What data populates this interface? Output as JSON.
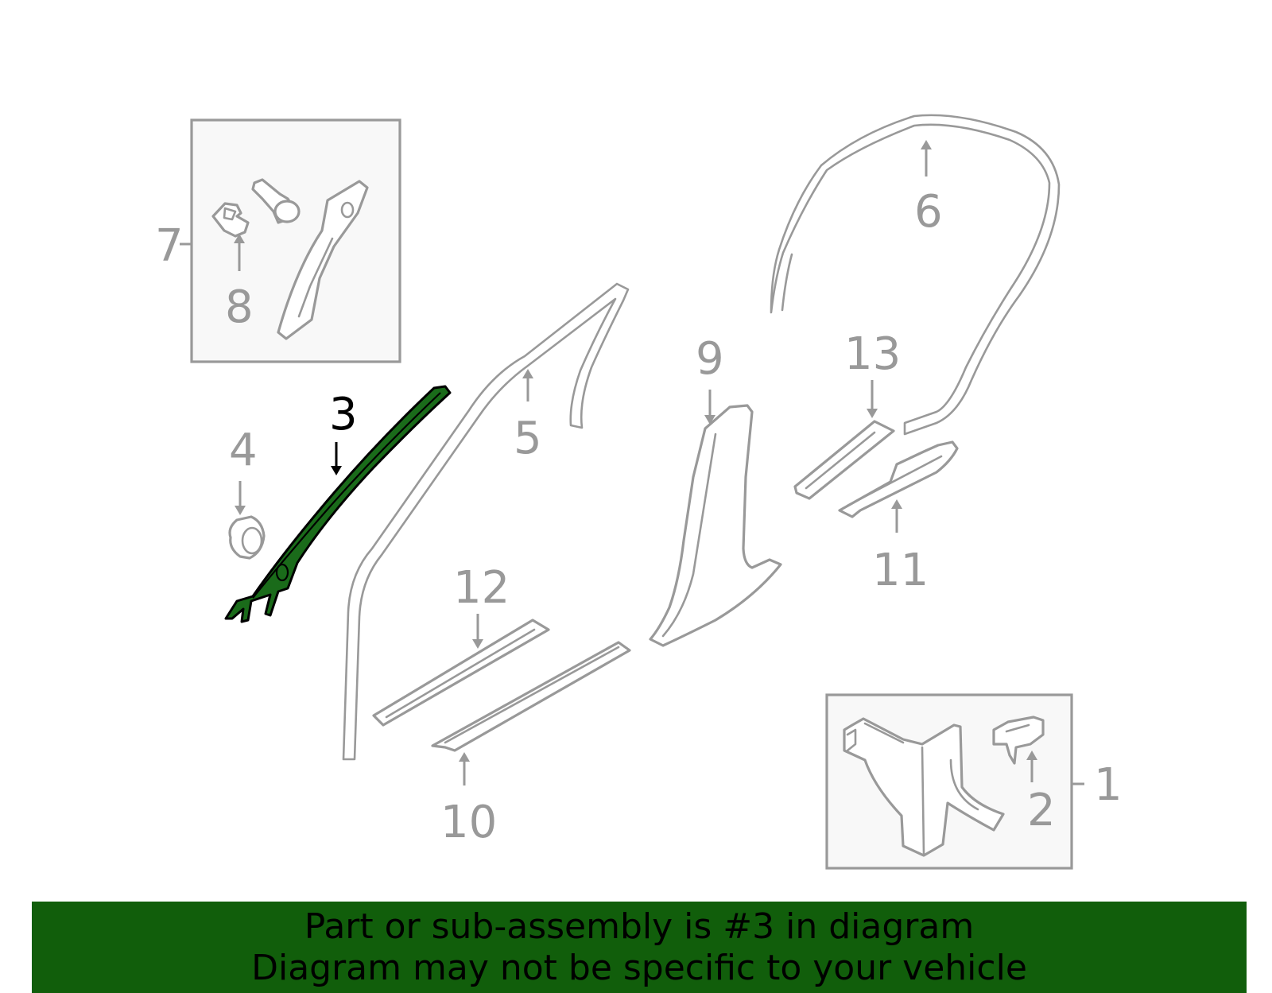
{
  "diagram": {
    "callouts": {
      "c1": "1",
      "c2": "2",
      "c3": "3",
      "c4": "4",
      "c5": "5",
      "c6": "6",
      "c7": "7",
      "c8": "8",
      "c9": "9",
      "c10": "10",
      "c11": "11",
      "c12": "12",
      "c13": "13"
    },
    "highlighted_part": "3",
    "colors": {
      "highlight_fill": "#1a6b1a",
      "outline_gray": "#999999",
      "banner_bg": "#115e0b",
      "box_bg": "#f8f8f8"
    }
  },
  "banner": {
    "line1": "Part or sub-assembly is #3 in diagram",
    "line2": "Diagram may not be specific to your vehicle"
  }
}
